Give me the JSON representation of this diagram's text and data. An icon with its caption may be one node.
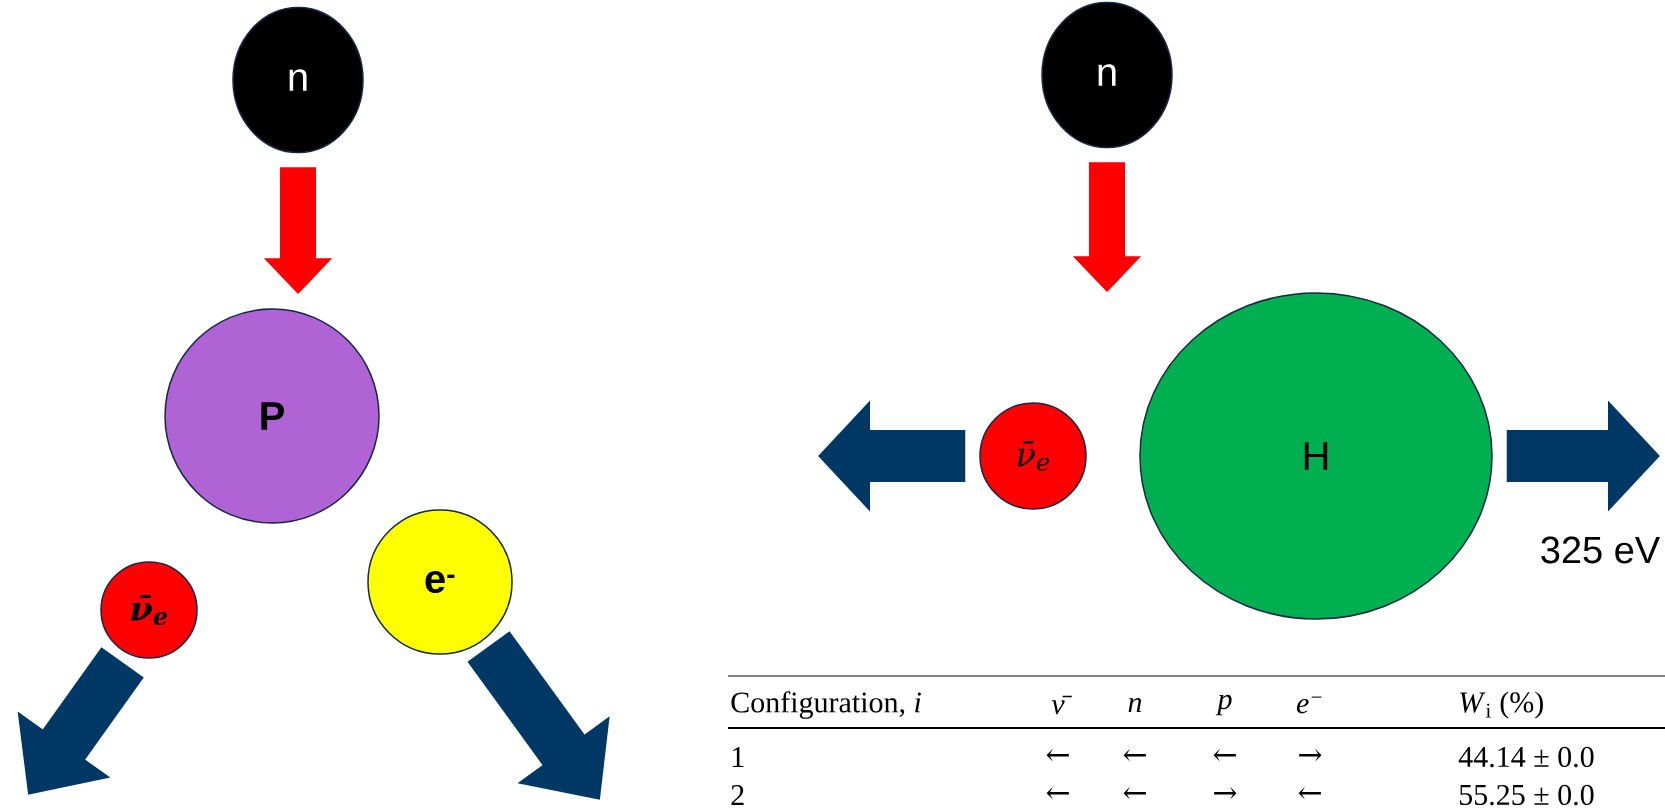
{
  "diagram": {
    "nodes": [
      {
        "text": [
          "n"
        ]
      },
      {
        "text": [
          "P"
        ]
      },
      {
        "text": [
          "ν̄$_{e}$"
        ]
      },
      {
        "text": [
          "e$^{-}$"
        ]
      },
      {
        "text": [
          "n"
        ]
      },
      {
        "text": [
          "H"
        ]
      },
      {
        "text": [
          "ν̄$_{e}$"
        ]
      }
    ],
    "edges": [
      {
        "from": 0,
        "to": 1,
        "arrow": "to",
        "color": "#ff0000"
      },
      {
        "from": 2,
        "to": null,
        "arrow": "to"
      },
      {
        "from": 3,
        "to": null,
        "arrow": "to"
      },
      {
        "from": 4,
        "to": 5,
        "arrow": "to",
        "color": "#ff0000"
      },
      {
        "from": 6,
        "to": null,
        "arrow": "to"
      },
      {
        "from": 5,
        "to": null,
        "arrow": "to",
        "label": "325 eV"
      }
    ],
    "labels": [
      "Configuration, *i*",
      "ν̄",
      "n",
      "p",
      "e$^{−}$",
      "*W*$_{i}$ (%)",
      "1",
      "←",
      "←",
      "←",
      "→",
      "44.14 ± 0.0",
      "2",
      "←",
      "←",
      "→",
      "←",
      "55.25 ± 0.0"
    ]
  }
}
